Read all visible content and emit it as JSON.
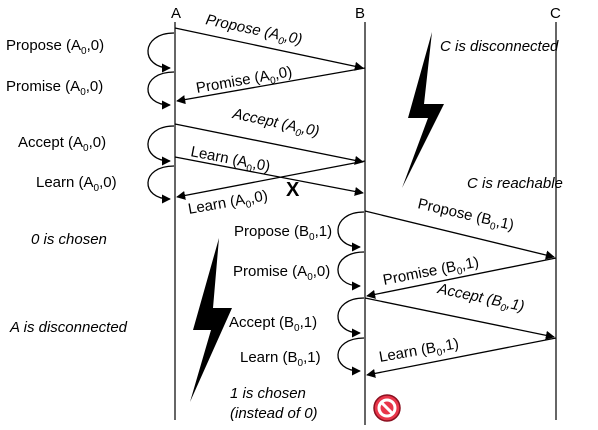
{
  "nodes": {
    "a": "A",
    "b": "B",
    "c": "C"
  },
  "sub": "0",
  "sides": {
    "a_propose": {
      "pre": "Propose (A",
      "post": ",0)"
    },
    "a_promise": {
      "pre": "Promise (A",
      "post": ",0)"
    },
    "a_accept": {
      "pre": "Accept (A",
      "post": ",0)"
    },
    "a_learn": {
      "pre": "Learn (A",
      "post": ",0)"
    },
    "b_propose": {
      "pre": "Propose (B",
      "post": ",1)"
    },
    "b_promise": {
      "pre": "Promise (A",
      "post": ",0)"
    },
    "b_accept": {
      "pre": "Accept (B",
      "post": ",1)"
    },
    "b_learn": {
      "pre": "Learn (B",
      "post": ",1)"
    }
  },
  "messages": {
    "m1": {
      "pre": "Propose (A",
      "post": ",0)"
    },
    "m2": {
      "pre": "Promise (A",
      "post": ",0)"
    },
    "m3": {
      "pre": "Accept (A",
      "post": ",0)"
    },
    "m4": {
      "pre": "Learn (A",
      "post": ",0)"
    },
    "m5": {
      "pre": "Learn (A",
      "post": ",0)"
    },
    "m6": {
      "pre": "Propose (B",
      "post": ",1)"
    },
    "m7": {
      "pre": "Promise (B",
      "post": ",1)"
    },
    "m8": {
      "pre": "Accept (B",
      "post": ",1)"
    },
    "m9": {
      "pre": "Learn (B",
      "post": ",1)"
    }
  },
  "notes": {
    "c_disconnected": "C is disconnected",
    "c_reachable": "C is reachable",
    "zero_chosen": "0 is chosen",
    "a_disconnected": "A is disconnected",
    "one_chosen": "1 is chosen",
    "instead": "(instead of 0)"
  },
  "lost_mark": "X",
  "icons": {
    "lightning": "lightning-bolt-icon",
    "blocked": "no-entry-icon"
  },
  "colors": {
    "line": "#000000",
    "blocked_fill": "#e8364a",
    "blocked_stroke": "#8a1020"
  }
}
